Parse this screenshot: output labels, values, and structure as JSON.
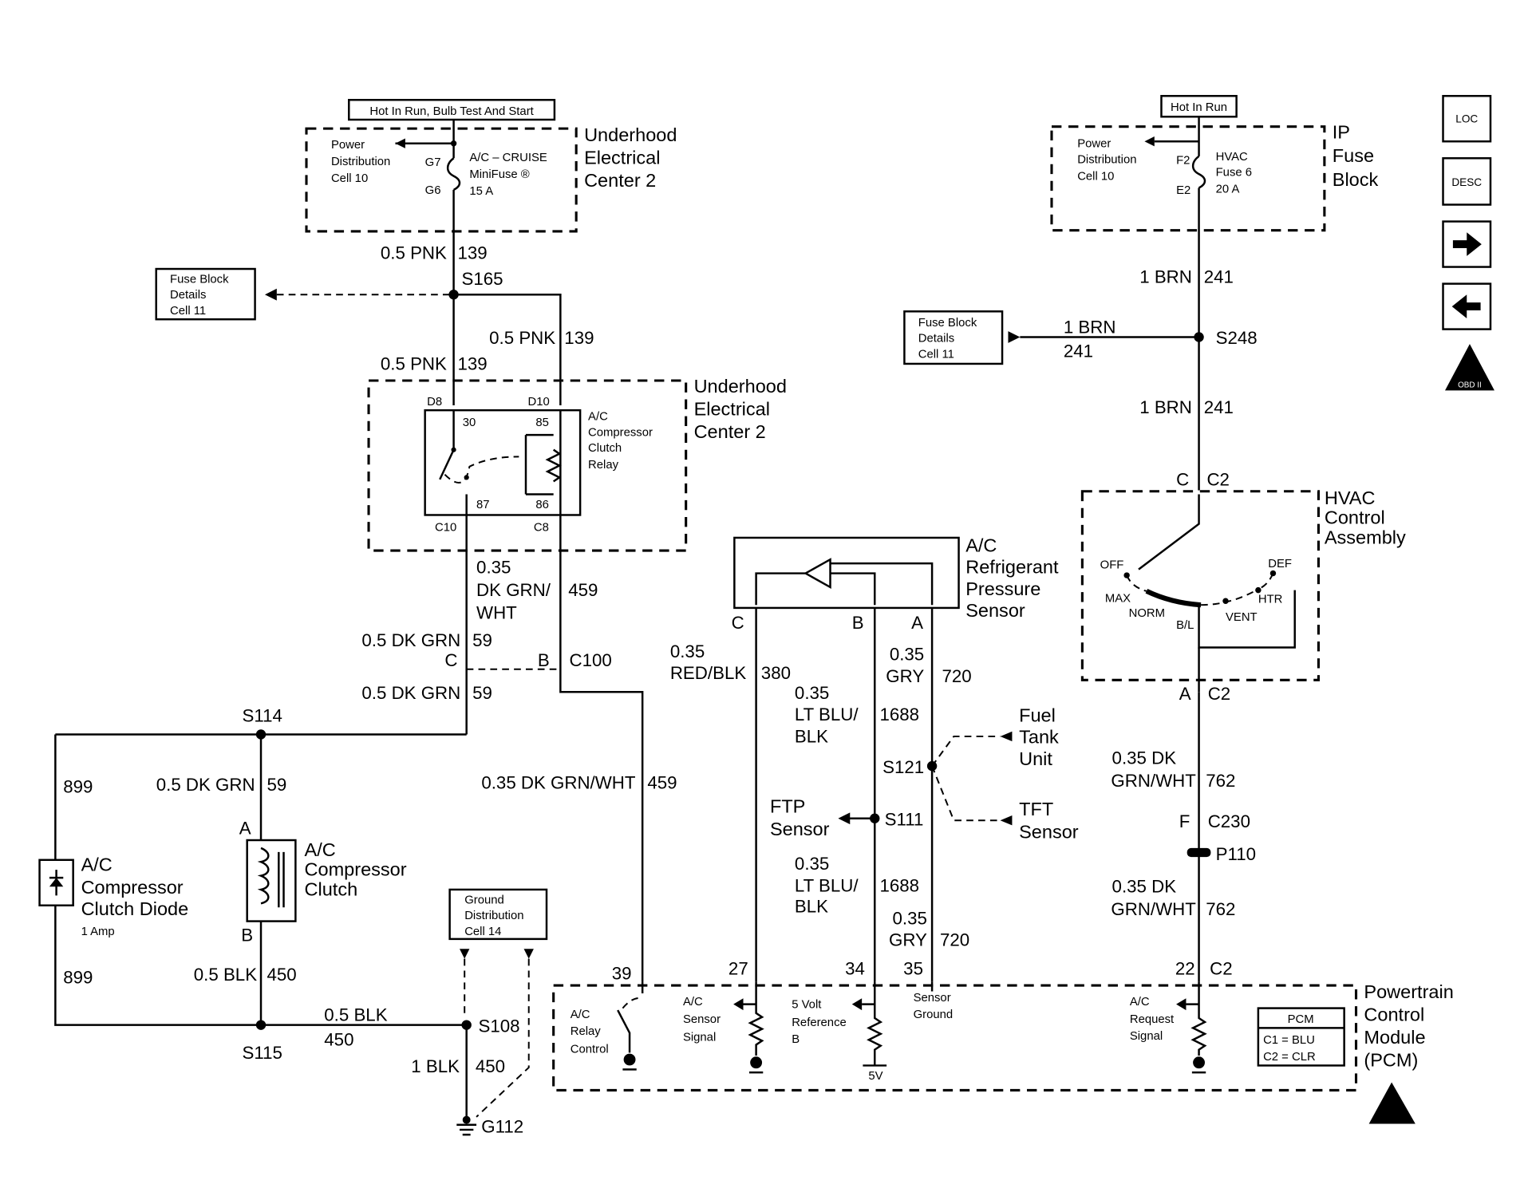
{
  "hot_left": "Hot In Run, Bulb Test And Start",
  "hot_right": "Hot In Run",
  "uec_top": {
    "title": [
      "Underhood",
      "Electrical",
      "Center 2"
    ],
    "pdc": [
      "Power",
      "Distribution",
      "Cell 10"
    ],
    "pin_in": "G7",
    "pin_out": "G6",
    "fuse": [
      "A/C – CRUISE",
      "MiniFuse ®",
      "15 A"
    ]
  },
  "ip_fuse": {
    "title": [
      "IP",
      "Fuse",
      "Block"
    ],
    "pdc": [
      "Power",
      "Distribution",
      "Cell 10"
    ],
    "pin_in": "F2",
    "pin_out": "E2",
    "fuse": [
      "HVAC",
      "Fuse 6",
      "20 A"
    ]
  },
  "fuse_block_details_left": [
    "Fuse Block",
    "Details",
    "Cell 11"
  ],
  "fuse_block_details_right": [
    "Fuse Block",
    "Details",
    "Cell 11"
  ],
  "wires": {
    "pnk_a": [
      "0.5 PNK",
      "139"
    ],
    "pnk_b": [
      "0.5 PNK",
      "139"
    ],
    "pnk_c": [
      "0.5 PNK",
      "139"
    ],
    "s165": "S165",
    "relay_out": [
      "0.35",
      "DK GRN/",
      "WHT",
      "459"
    ],
    "dkgrn_a": [
      "0.5 DK GRN",
      "59"
    ],
    "dkgrn_b": [
      "0.5 DK GRN",
      "59"
    ],
    "dkgrn_c": [
      "0.5 DK GRN",
      "59"
    ],
    "c100": {
      "c": "C",
      "b": "B",
      "name": "C100"
    },
    "s114": "S114",
    "w899_a": "899",
    "w899_b": "899",
    "blk_a": [
      "0.5 BLK",
      "450"
    ],
    "blk_b": [
      "0.5 BLK",
      "450"
    ],
    "blk_c": [
      "1 BLK",
      "450"
    ],
    "s115": "S115",
    "s108": "S108",
    "g112": "G112",
    "dkgrnwht_459": [
      "0.35 DK GRN/WHT",
      "459"
    ],
    "redblk": [
      "0.35",
      "RED/BLK",
      "380"
    ],
    "ltblu_a": [
      "0.35",
      "LT BLU/",
      "BLK",
      "1688"
    ],
    "ltblu_b": [
      "0.35",
      "LT BLU/",
      "BLK",
      "1688"
    ],
    "gry_a": [
      "0.35",
      "GRY",
      "720"
    ],
    "gry_b": [
      "0.35",
      "GRY",
      "720"
    ],
    "s121": "S121",
    "s111": "S111",
    "brn_a": [
      "1 BRN",
      "241"
    ],
    "brn_b": [
      "1 BRN",
      "241"
    ],
    "brn_c": [
      "1 BRN",
      "241"
    ],
    "s248": "S248",
    "dkgrnwht_762a": [
      "0.35 DK",
      "GRN/WHT",
      "762"
    ],
    "dkgrnwht_762b": [
      "0.35 DK",
      "GRN/WHT",
      "762"
    ],
    "c230": {
      "pin": "F",
      "name": "C230"
    },
    "p110": "P110"
  },
  "relay": {
    "uec": [
      "Underhood",
      "Electrical",
      "Center 2"
    ],
    "pins": {
      "d8": "D8",
      "d10": "D10",
      "p30": "30",
      "p85": "85",
      "p87": "87",
      "p86": "86",
      "c10": "C10",
      "c8": "C8"
    },
    "name": [
      "A/C",
      "Compressor",
      "Clutch",
      "Relay"
    ]
  },
  "diode": [
    "A/C",
    "Compressor",
    "Clutch Diode",
    "1 Amp"
  ],
  "clutch": {
    "name": [
      "A/C",
      "Compressor",
      "Clutch"
    ],
    "pin_a": "A",
    "pin_b": "B"
  },
  "ground_dist": [
    "Ground",
    "Distribution",
    "Cell 14"
  ],
  "sensor": {
    "name": [
      "A/C",
      "Refrigerant",
      "Pressure",
      "Sensor"
    ],
    "pin_c": "C",
    "pin_b": "B",
    "pin_a": "A"
  },
  "fuel_tank": [
    "Fuel",
    "Tank",
    "Unit"
  ],
  "tft": [
    "TFT",
    "Sensor"
  ],
  "ftp": [
    "FTP",
    "Sensor"
  ],
  "hvac": {
    "name": [
      "HVAC",
      "Control",
      "Assembly"
    ],
    "pin_c": "C",
    "conn_top": "C2",
    "pin_a": "A",
    "conn_bot": "C2",
    "positions": {
      "off": "OFF",
      "max": "MAX",
      "norm": "NORM",
      "bl": "B/L",
      "vent": "VENT",
      "def": "DEF",
      "htr": "HTR"
    }
  },
  "pcm": {
    "name": [
      "Powertrain",
      "Control",
      "Module",
      "(PCM)"
    ],
    "pins": {
      "p39": "39",
      "p27": "27",
      "p34": "34",
      "p35": "35",
      "p22": "22",
      "c2": "C2"
    },
    "relay_ctrl": [
      "A/C",
      "Relay",
      "Control"
    ],
    "sensor_sig": [
      "A/C",
      "Sensor",
      "Signal"
    ],
    "ref": [
      "5 Volt",
      "Reference",
      "B"
    ],
    "sensor_gnd": [
      "Sensor",
      "Ground"
    ],
    "request": [
      "A/C",
      "Request",
      "Signal"
    ],
    "five_v": "5V",
    "legend": [
      "PCM",
      "C1 = BLU",
      "C2 = CLR"
    ]
  },
  "nav": {
    "loc": "LOC",
    "desc": "DESC",
    "obd": "OBD II"
  }
}
